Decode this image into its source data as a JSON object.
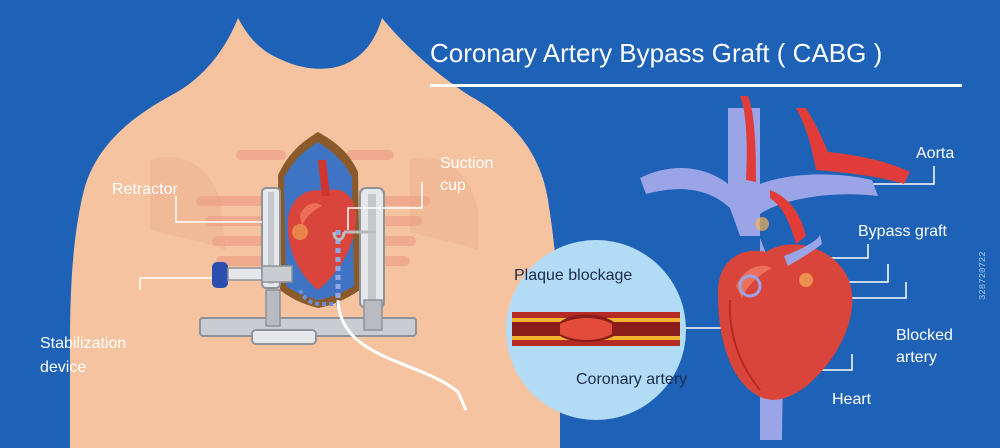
{
  "title": "Coronary Artery Bypass Graft ( CABG )",
  "labels": {
    "retractor": "Retractor",
    "suction_1": "Suction",
    "suction_2": "cup",
    "stabilization_1": "Stabilization",
    "stabilization_2": "device",
    "plaque": "Plaque blockage",
    "coronary": "Coronary artery",
    "aorta": "Aorta",
    "bypass": "Bypass graft",
    "blocked_1": "Blocked",
    "blocked_2": "artery",
    "heart": "Heart"
  },
  "stock_id": "328720722",
  "colors": {
    "background": "#1d62b6",
    "skin": "#f6c3a0",
    "heart": "#d9453a",
    "vein": "#9aa4e6",
    "artery": "#e23c3a",
    "label": "#ffffff"
  }
}
